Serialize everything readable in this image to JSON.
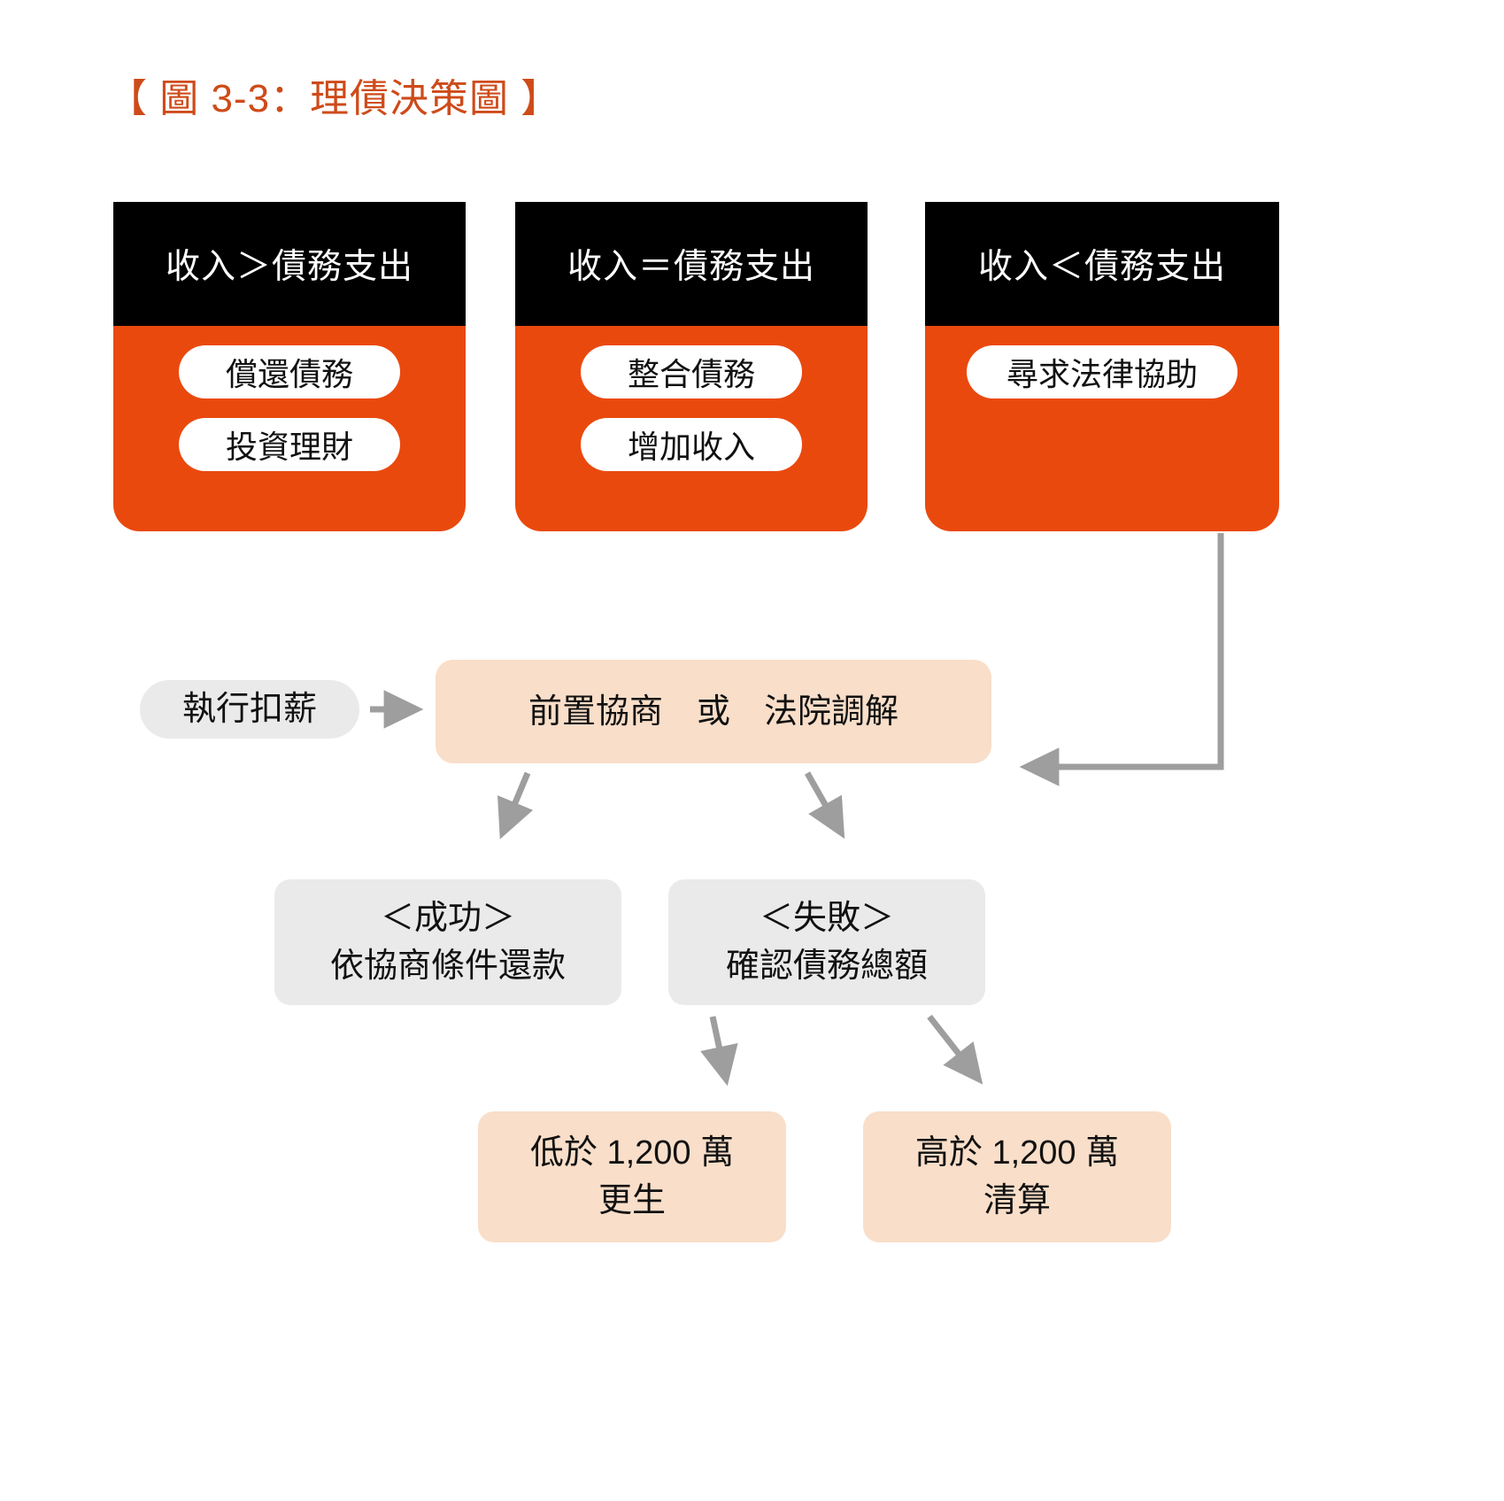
{
  "figure": {
    "title": "【 圖 3-3：理債決策圖 】",
    "title_color": "#CE4B1A"
  },
  "colors": {
    "card_header_bg": "#000000",
    "card_body_bg": "#EA490E",
    "pill_bg": "#FFFFFF",
    "node_gray_bg": "#EAEAEA",
    "node_peach_bg": "#F9DEC9",
    "connector": "#9E9E9E"
  },
  "cards": [
    {
      "header": "收入＞債務支出",
      "options": [
        "償還債務",
        "投資理財"
      ]
    },
    {
      "header": "收入＝債務支出",
      "options": [
        "整合債務",
        "增加收入"
      ]
    },
    {
      "header": "收入＜債務支出",
      "options": [
        "尋求法律協助"
      ]
    }
  ],
  "flow": {
    "garnishment": "執行扣薪",
    "negotiation": "前置協商　或　法院調解",
    "success": {
      "line1": "＜成功＞",
      "line2": "依協商條件還款"
    },
    "failure": {
      "line1": "＜失敗＞",
      "line2": "確認債務總額"
    },
    "under_threshold": {
      "line1": "低於 1,200 萬",
      "line2": "更生"
    },
    "over_threshold": {
      "line1": "高於 1,200 萬",
      "line2": "清算"
    }
  }
}
